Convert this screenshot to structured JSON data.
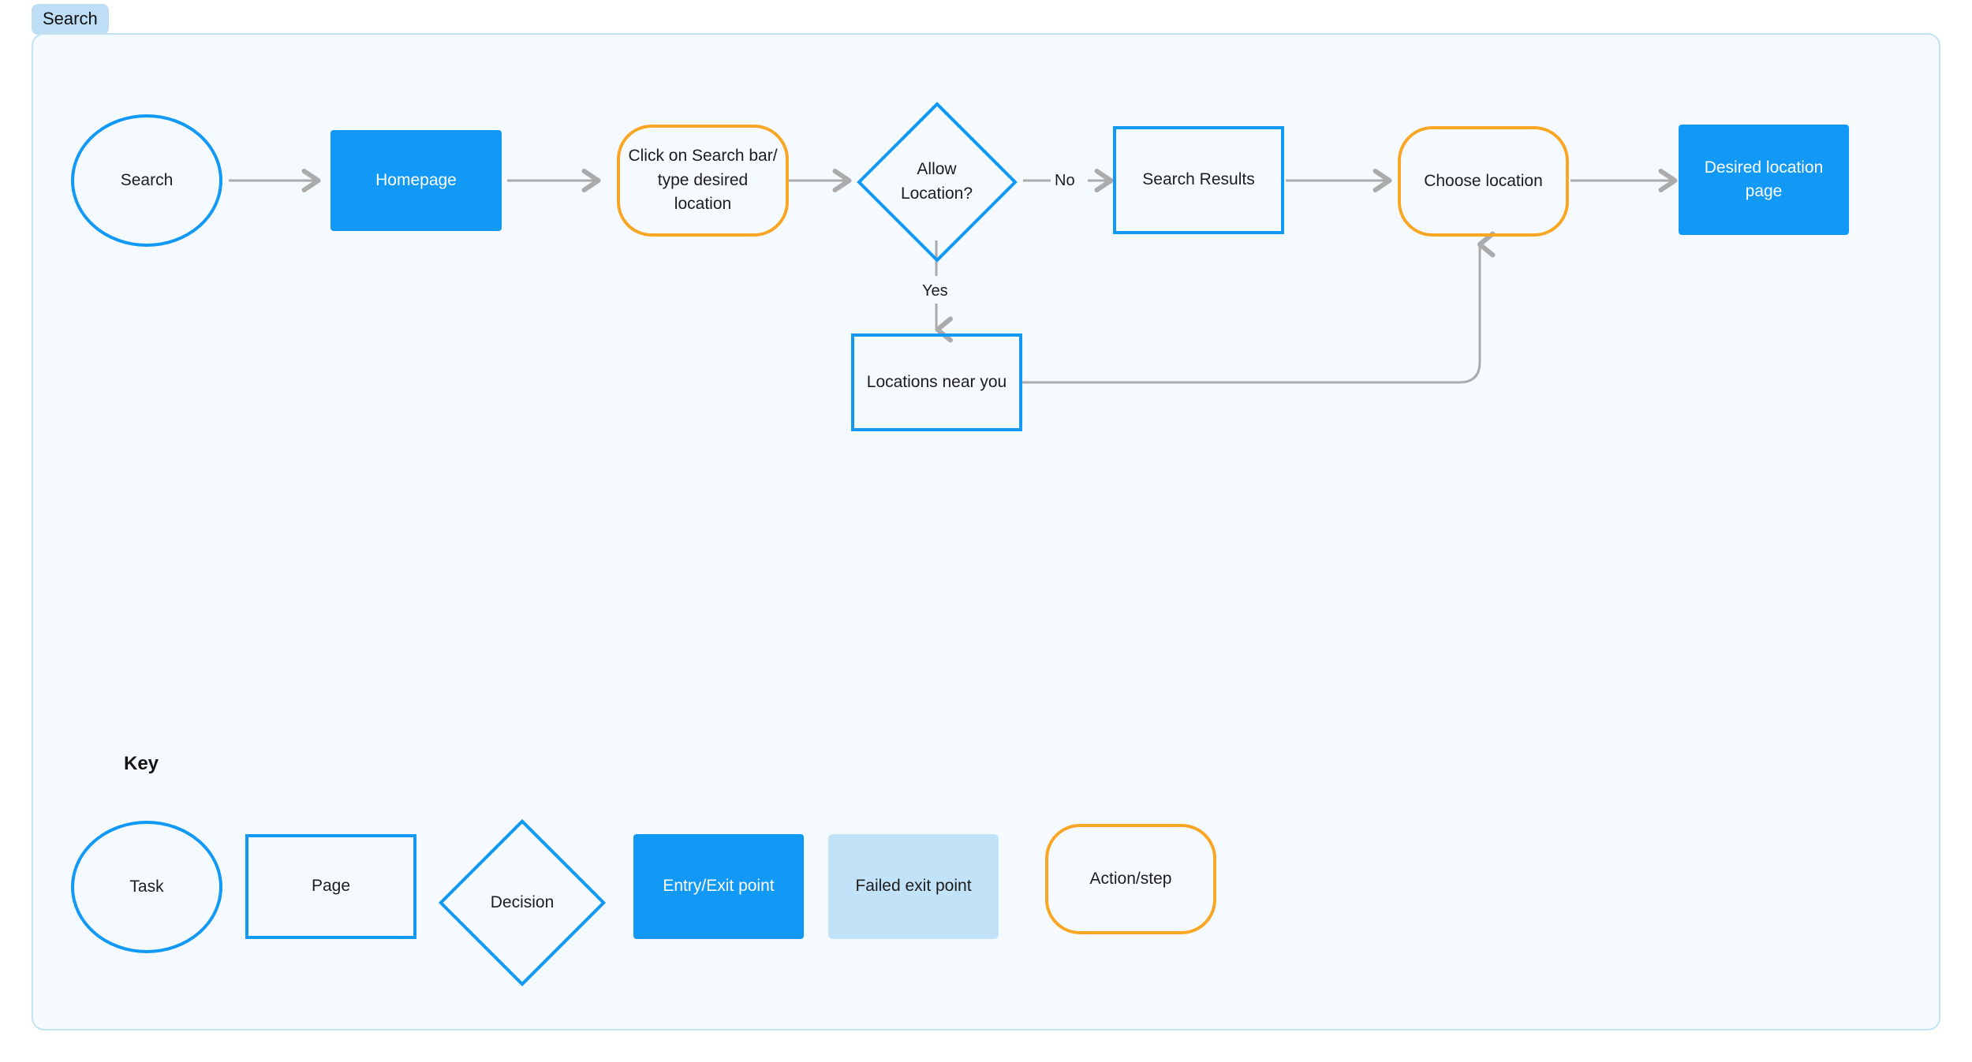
{
  "tab": {
    "label": "Search"
  },
  "colors": {
    "blue": "#1199f5",
    "blue_light": "#c2e2f7",
    "orange": "#faa625",
    "arrow_gray": "#ababab",
    "canvas_bg": "#f4fafd",
    "canvas_border": "#c3e2f2",
    "badge_bg": "#bedef5",
    "text": "#1d1d1d"
  },
  "flow": {
    "nodes": [
      {
        "id": "search",
        "label": "Search",
        "shape": "circle"
      },
      {
        "id": "homepage",
        "label": "Homepage",
        "shape": "rect-filled"
      },
      {
        "id": "click-search",
        "label": "Click on Search bar/\ntype desired location",
        "shape": "rounded-orange"
      },
      {
        "id": "allow-location",
        "label": "Allow\nLocation?",
        "shape": "diamond"
      },
      {
        "id": "search-results",
        "label": "Search Results",
        "shape": "rect-outline"
      },
      {
        "id": "choose-location",
        "label": "Choose location",
        "shape": "rounded-orange"
      },
      {
        "id": "desired-page",
        "label": "Desired location page",
        "shape": "rect-filled"
      },
      {
        "id": "locations-near",
        "label": "Locations near you",
        "shape": "rect-outline"
      }
    ],
    "node_labels": {
      "search": "Search",
      "homepage": "Homepage",
      "click_search_line1": "Click on Search bar/",
      "click_search_line2": "type desired location",
      "allow_location_line1": "Allow",
      "allow_location_line2": "Location?",
      "search_results": "Search Results",
      "choose_location": "Choose location",
      "desired_page": "Desired location page",
      "locations_near": "Locations near you"
    },
    "edge_labels": {
      "no": "No",
      "yes": "Yes"
    }
  },
  "key": {
    "title": "Key",
    "items": [
      {
        "label": "Task",
        "shape": "circle"
      },
      {
        "label": "Page",
        "shape": "rect-outline"
      },
      {
        "label": "Decision",
        "shape": "diamond"
      },
      {
        "label": "Entry/Exit point",
        "shape": "rect-filled"
      },
      {
        "label": "Failed exit point",
        "shape": "rect-light"
      },
      {
        "label": "Action/step",
        "shape": "rounded-orange"
      }
    ]
  }
}
